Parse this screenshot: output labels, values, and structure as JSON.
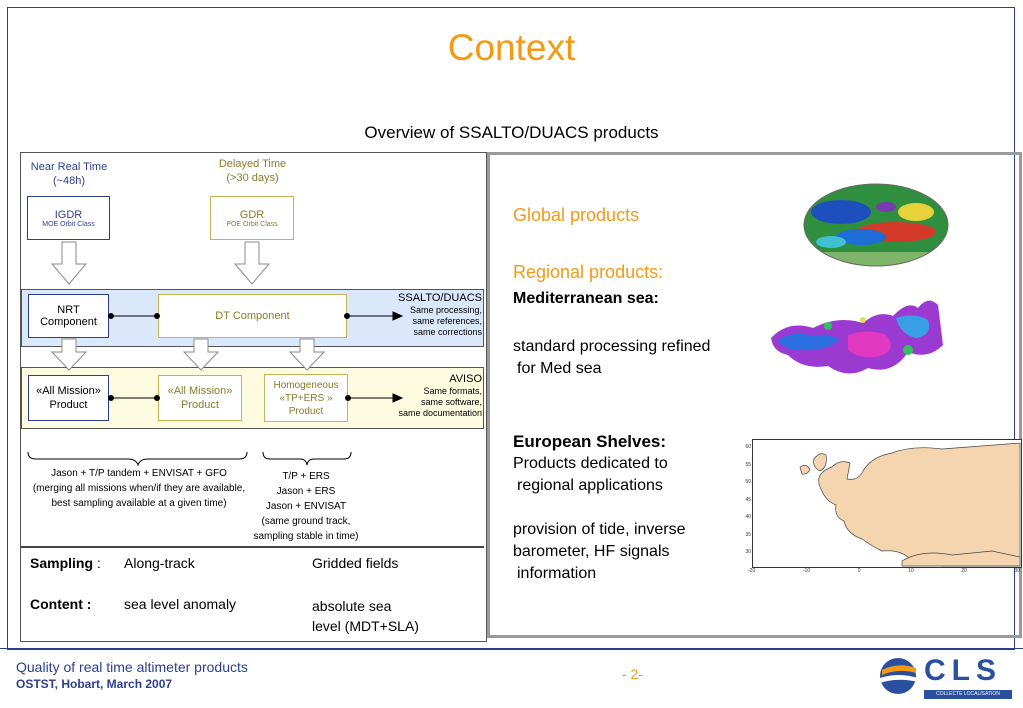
{
  "title": "Context",
  "subtitle": "Overview of SSALTO/DUACS products",
  "diagram": {
    "nrt_label_line1": "Near Real Time",
    "nrt_label_line2": "(~48h)",
    "delayed_label_line1": "Delayed Time",
    "delayed_label_line2": "(>30 days)",
    "igdr_title": "IGDR",
    "igdr_sub": "MOE Orbit Class",
    "gdr_title": "GDR",
    "gdr_sub": "POE Orbit Class",
    "nrt_component": "NRT Component",
    "dt_component": "DT Component",
    "ssalto": {
      "title": "SSALTO/DUACS",
      "line1": "Same processing,",
      "line2": "same references,",
      "line3": "same corrections"
    },
    "all_mission_1_line1": "«All Mission»",
    "all_mission_1_line2": "Product",
    "all_mission_2_line1": "«All Mission»",
    "all_mission_2_line2": "Product",
    "homogeneous_line1": "Homogeneous",
    "homogeneous_line2": "«TP+ERS »",
    "homogeneous_line3": "Product",
    "aviso": {
      "title": "AVISO",
      "line1": "Same formats,",
      "line2": "same software,",
      "line3": "same documentation"
    },
    "brace_left": [
      "Jason + T/P tandem + ENVISAT + GFO",
      "(merging all missions when/if they are available,",
      "best sampling available at a given time)"
    ],
    "brace_right": [
      "T/P + ERS",
      "Jason + ERS",
      "Jason + ENVISAT",
      "(same ground track,",
      "sampling stable in time)"
    ]
  },
  "table": {
    "sampling_label": "Sampling",
    "colon": ":",
    "sampling_col1": "Along-track",
    "sampling_col2": "Gridded fields",
    "content_label": "Content :",
    "content_col1": "sea level anomaly",
    "content_col2_line1": "absolute sea",
    "content_col2_line2": "level (MDT+SLA)"
  },
  "right_panel": {
    "global_products": "Global products",
    "regional_products": "Regional products:",
    "mediterranean": "Mediterranean sea:",
    "med_desc_line1": "standard processing refined",
    "med_desc_line2": "for Med sea",
    "european_shelves": "European Shelves:",
    "eu_desc_line1": "Products dedicated to",
    "eu_desc_line2": "regional applications",
    "eu_desc_line3": "provision of tide, inverse",
    "eu_desc_line4": "barometer, HF signals",
    "eu_desc_line5": "information",
    "map_y_ticks": [
      "60",
      "55",
      "50",
      "45",
      "40",
      "35",
      "30"
    ],
    "map_x_ticks": [
      "-20",
      "-10",
      "0",
      "10",
      "20",
      "30"
    ]
  },
  "footer": {
    "line1": "Quality of real time altimeter products",
    "line2": "OSTST, Hobart, March 2007",
    "page": "- 2-",
    "logo_text": "CLS",
    "logo_sub": "COLLECTE LOCALISATION SATELLITES"
  },
  "colors": {
    "title_orange": "#f39a12",
    "navy": "#2b3f8f",
    "band_blue": "#dbe8fb",
    "band_yellow": "#fefce0",
    "land": "#f5d5b0"
  }
}
